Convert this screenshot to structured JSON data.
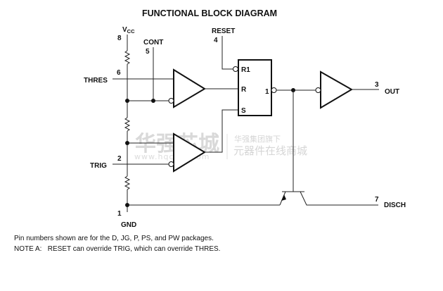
{
  "title": "FUNCTIONAL BLOCK DIAGRAM",
  "pins": {
    "vcc": {
      "name": "V",
      "sub": "CC",
      "number": "8"
    },
    "cont": {
      "name": "CONT",
      "number": "5"
    },
    "reset": {
      "name": "RESET",
      "number": "4"
    },
    "thres": {
      "name": "THRES",
      "number": "6"
    },
    "trig": {
      "name": "TRIG",
      "number": "2"
    },
    "gnd": {
      "name": "GND",
      "number": "1"
    },
    "out": {
      "name": "OUT",
      "number": "3"
    },
    "disch": {
      "name": "DISCH",
      "number": "7"
    }
  },
  "flipflop": {
    "inputs": [
      "R1",
      "R",
      "S"
    ],
    "output": "1"
  },
  "watermark": {
    "big": "华强芯城",
    "url": "www.hqchip.com",
    "small": "华强集团旗下",
    "mid": "元器件在线商城"
  },
  "notes": [
    "Pin numbers shown are for the D, JG, P, PS, and PW packages.",
    "NOTE A:   RESET can override TRIG, which can override THRES."
  ]
}
